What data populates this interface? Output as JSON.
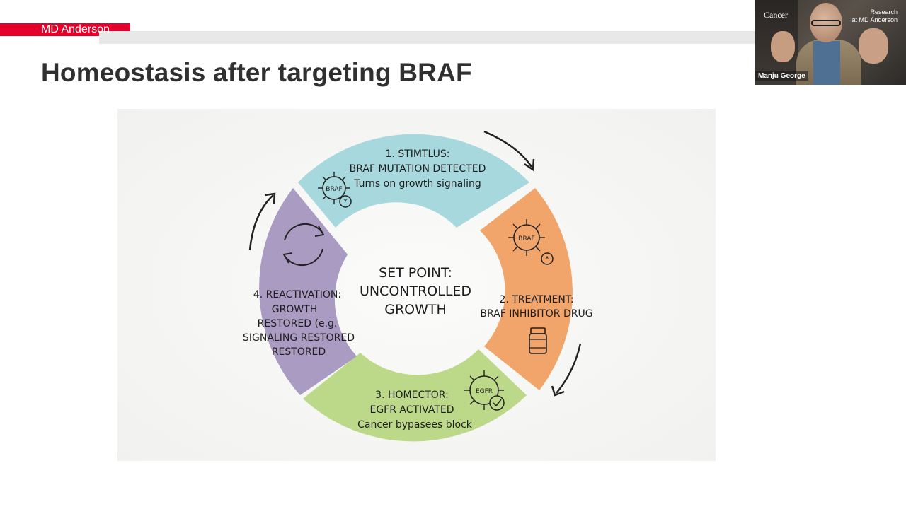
{
  "header": {
    "brand": "MD Anderson",
    "title": "Homeostasis after targeting BRAF"
  },
  "colors": {
    "brand_red": "#e4002b",
    "stage1": "#a6d8dd",
    "stage2": "#f2a56b",
    "stage3": "#bcd98a",
    "stage4": "#a99bc2"
  },
  "diagram": {
    "center": [
      "SET POINT:",
      "UNCONTROLLED",
      "GROWTH"
    ],
    "stage1": {
      "lines": [
        "1. STIMTLUS:",
        "BRAF MUTATION DETECTED",
        "Turns on growth signaling"
      ],
      "icon_label": "BRAF",
      "icon": "virus-icon"
    },
    "stage2": {
      "lines": [
        "2. TREATMENT:",
        "BRAF INHIBITOR DRUG"
      ],
      "icon_label": "BRAF",
      "icon": "virus-icon"
    },
    "stage3": {
      "lines": [
        "3. HOMECTOR:",
        "EGFR ACTIVATED",
        "Cancer bypasees block"
      ],
      "icon_label": "EGFR",
      "icon": "virus-icon"
    },
    "stage4": {
      "lines": [
        "4. REACTIVATION:",
        "GROWTH",
        "RESTORED (e.g.",
        "SIGNALING RESTORED",
        "RESTORED"
      ],
      "icon": "cycle-arrows-icon"
    }
  },
  "video": {
    "logo": "Cancer",
    "brand_lines": [
      "Research",
      "at MD Anderson"
    ],
    "participant_name": "Manju George"
  }
}
